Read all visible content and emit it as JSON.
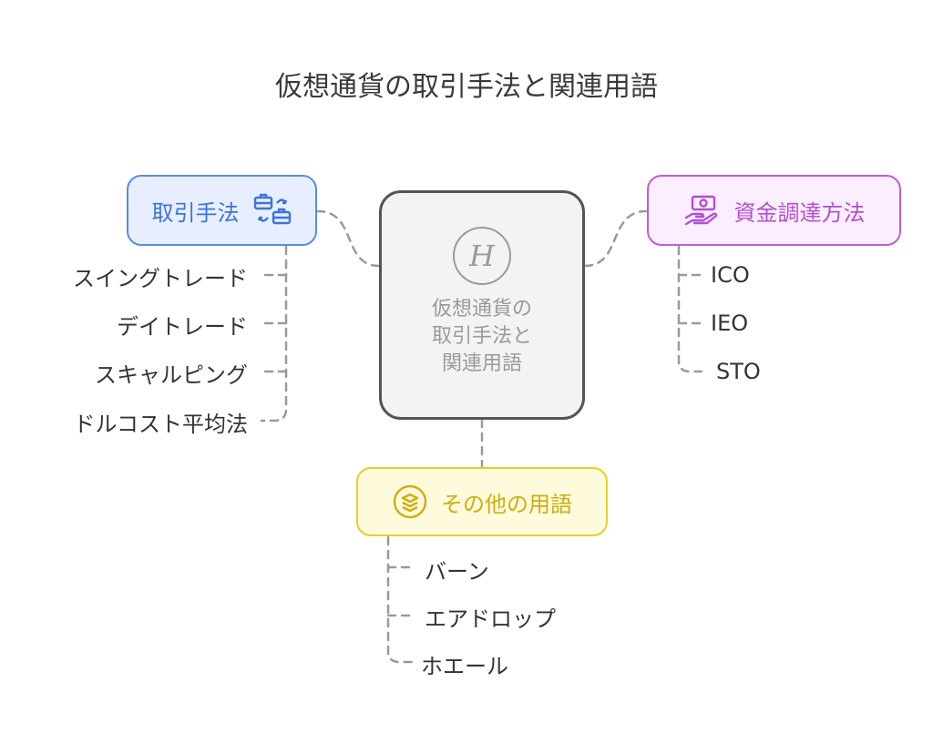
{
  "title": "仮想通貨の取引手法と関連用語",
  "central": {
    "logo_letter": "H",
    "lines": [
      "仮想通貨の",
      "取引手法と",
      "関連用語"
    ]
  },
  "branches": {
    "trading": {
      "label": "取引手法",
      "icon": "briefcase-exchange-icon",
      "color": "#5b8ae6",
      "items": [
        "スイングトレード",
        "デイトレード",
        "スキャルピング",
        "ドルコスト平均法"
      ]
    },
    "funding": {
      "label": "資金調達方法",
      "icon": "hand-money-icon",
      "color": "#c25ae0",
      "items": [
        "ICO",
        "IEO",
        "STO"
      ]
    },
    "other": {
      "label": "その他の用語",
      "icon": "layers-icon",
      "color": "#e8cd2c",
      "items": [
        "バーン",
        "エアドロップ",
        "ホエール"
      ]
    }
  }
}
